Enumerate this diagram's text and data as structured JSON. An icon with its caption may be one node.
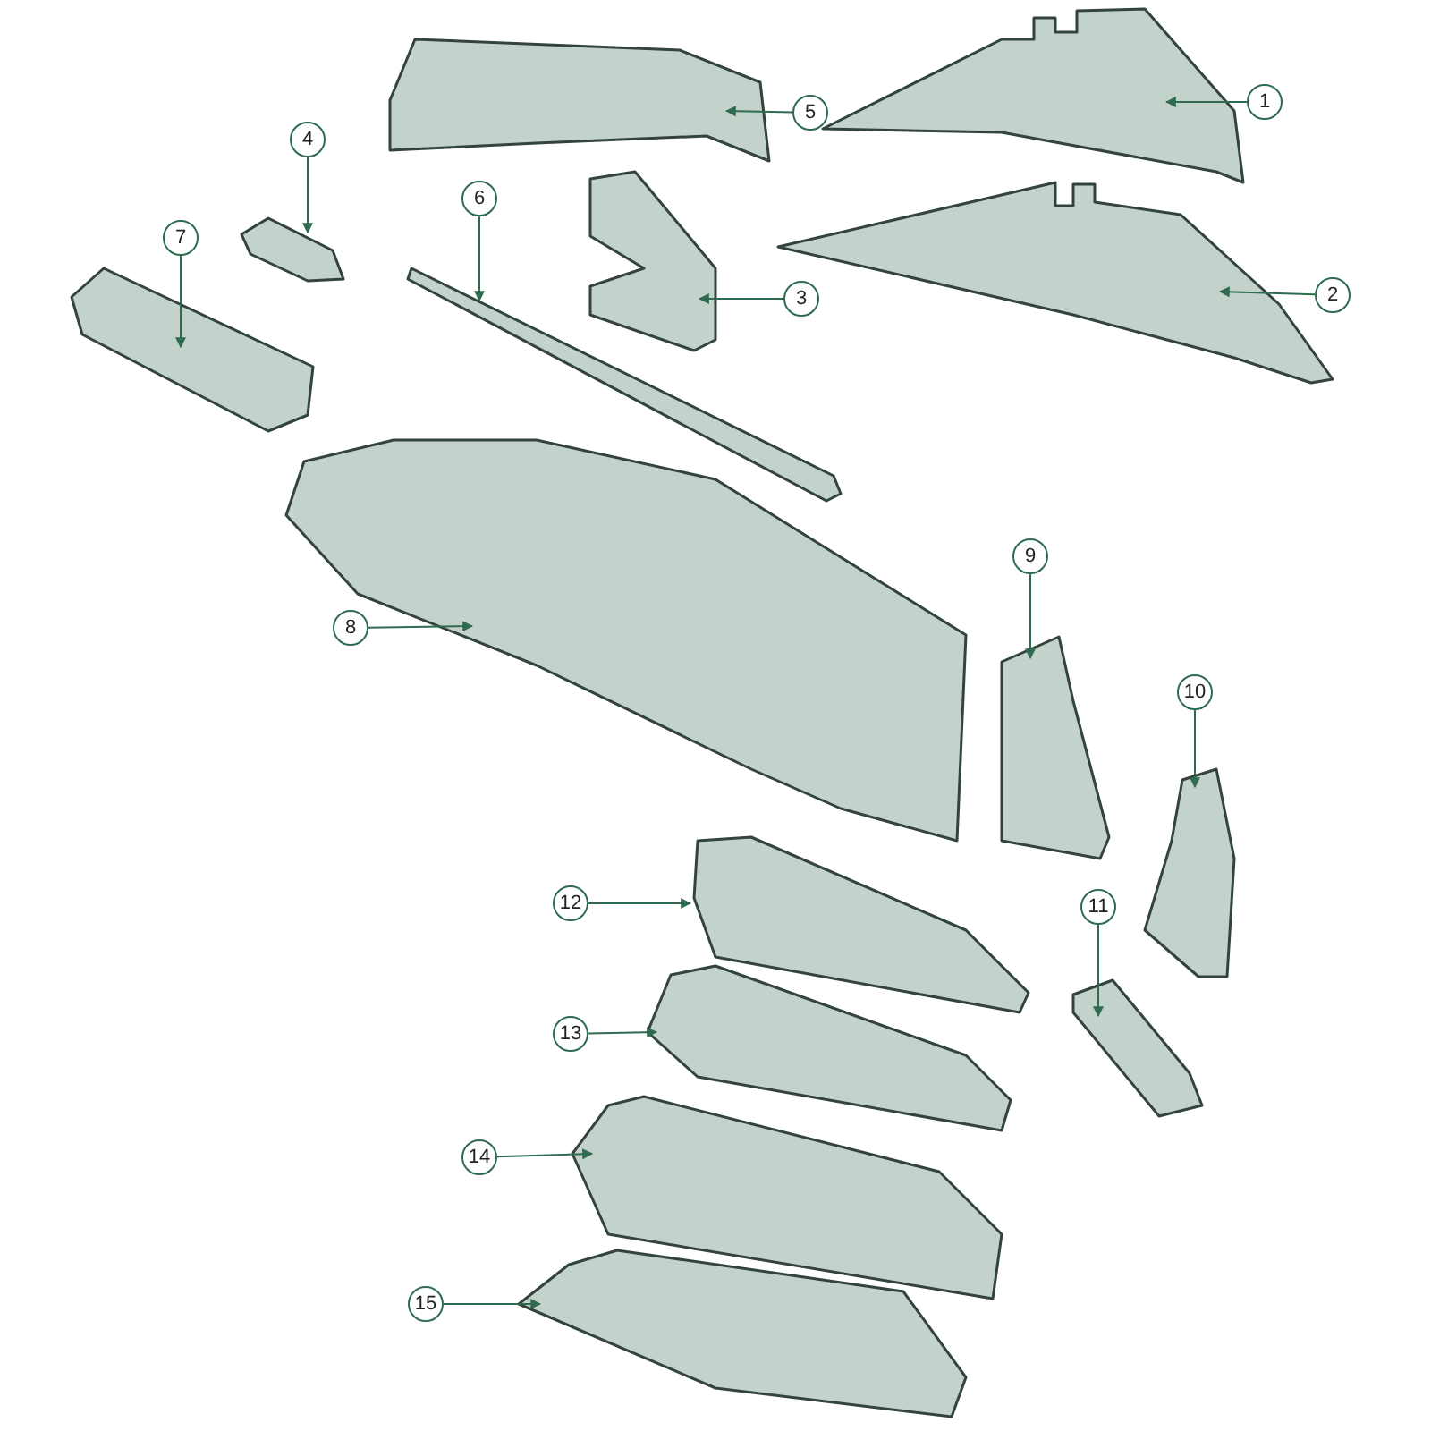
{
  "diagram": {
    "nodes": [
      {
        "text": [
          "1"
        ]
      },
      {
        "text": [
          "2"
        ]
      },
      {
        "text": [
          "3"
        ]
      },
      {
        "text": [
          "4"
        ]
      },
      {
        "text": [
          "5"
        ]
      },
      {
        "text": [
          "6"
        ]
      },
      {
        "text": [
          "7"
        ]
      },
      {
        "text": [
          "8"
        ]
      },
      {
        "text": [
          "9"
        ]
      },
      {
        "text": [
          "10"
        ]
      },
      {
        "text": [
          "11"
        ]
      },
      {
        "text": [
          "12"
        ]
      },
      {
        "text": [
          "13"
        ]
      },
      {
        "text": [
          "14"
        ]
      },
      {
        "text": [
          "15"
        ]
      },
      {
        "text": [],
        "shape": "picture"
      },
      {
        "text": [],
        "shape": "picture"
      },
      {
        "text": [],
        "shape": "picture"
      },
      {
        "text": [],
        "shape": "picture"
      },
      {
        "text": [],
        "shape": "picture"
      },
      {
        "text": [],
        "shape": "picture"
      },
      {
        "text": [],
        "shape": "picture"
      },
      {
        "text": [],
        "shape": "picture"
      },
      {
        "text": [],
        "shape": "picture"
      },
      {
        "text": [],
        "shape": "picture"
      },
      {
        "text": [],
        "shape": "picture"
      },
      {
        "text": [],
        "shape": "picture"
      },
      {
        "text": [],
        "shape": "picture"
      },
      {
        "text": [],
        "shape": "picture"
      },
      {
        "text": [],
        "shape": "picture"
      }
    ],
    "edges": [
      {
        "from": 0,
        "to": 15,
        "arrow": "to"
      },
      {
        "from": 1,
        "to": 16,
        "arrow": "to"
      },
      {
        "from": 2,
        "to": 17,
        "arrow": "to"
      },
      {
        "from": 3,
        "to": 18,
        "arrow": "to"
      },
      {
        "from": 4,
        "to": 19,
        "arrow": "to"
      },
      {
        "from": 5,
        "to": 20,
        "arrow": "to"
      },
      {
        "from": 6,
        "to": 21,
        "arrow": "to"
      },
      {
        "from": 7,
        "to": 22,
        "arrow": "to"
      },
      {
        "from": 8,
        "to": 23,
        "arrow": "to"
      },
      {
        "from": 9,
        "to": 24,
        "arrow": "to"
      },
      {
        "from": 10,
        "to": 25,
        "arrow": "to"
      },
      {
        "from": 11,
        "to": 26,
        "arrow": "to"
      },
      {
        "from": 12,
        "to": 27,
        "arrow": "to"
      },
      {
        "from": 13,
        "to": 28,
        "arrow": "to"
      },
      {
        "from": 14,
        "to": 29,
        "arrow": "to"
      }
    ]
  }
}
